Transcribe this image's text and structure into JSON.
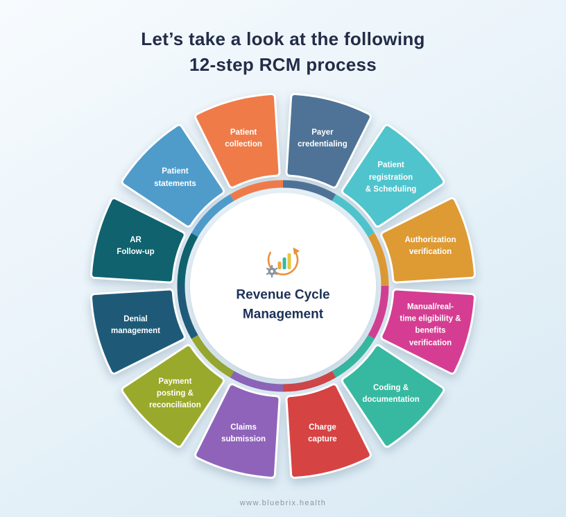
{
  "title": {
    "line1": "Let’s take a look at the following",
    "line2": "12-step RCM process"
  },
  "center": {
    "label": "Revenue Cycle\nManagement",
    "icon": "rcm-cycle-icon"
  },
  "wheel": {
    "start_angle_deg": 15,
    "step_deg": 30,
    "segments": [
      {
        "label": "Payer\ncredentialing",
        "color": "#4e7396"
      },
      {
        "label": "Patient\nregistration\n& Scheduling",
        "color": "#4fc4cd"
      },
      {
        "label": "Authorization\nverification",
        "color": "#de9a33"
      },
      {
        "label": "Manual/real-\ntime eligibility &\nbenefits\nverification",
        "color": "#d53d92"
      },
      {
        "label": "Coding &\ndocumentation",
        "color": "#36b9a0"
      },
      {
        "label": "Charge\ncapture",
        "color": "#d64343"
      },
      {
        "label": "Claims\nsubmission",
        "color": "#8f63ba"
      },
      {
        "label": "Payment\nposting &\nreconciliation",
        "color": "#99a92b"
      },
      {
        "label": "Denial\nmanagement",
        "color": "#1e5a78"
      },
      {
        "label": "AR\nFollow-up",
        "color": "#0f626e"
      },
      {
        "label": "Patient\nstatements",
        "color": "#4f9ccb"
      },
      {
        "label": "Patient\ncollection",
        "color": "#ef7b49"
      }
    ]
  },
  "footer": {
    "url": "www.bluebrix.health"
  },
  "colors": {
    "background_top": "#f7fbfe",
    "background_bottom": "#d8e9f3",
    "title_text": "#232c47",
    "center_text": "#1c3158",
    "label_text": "#ffffff",
    "footer_text": "#8b95a1"
  }
}
